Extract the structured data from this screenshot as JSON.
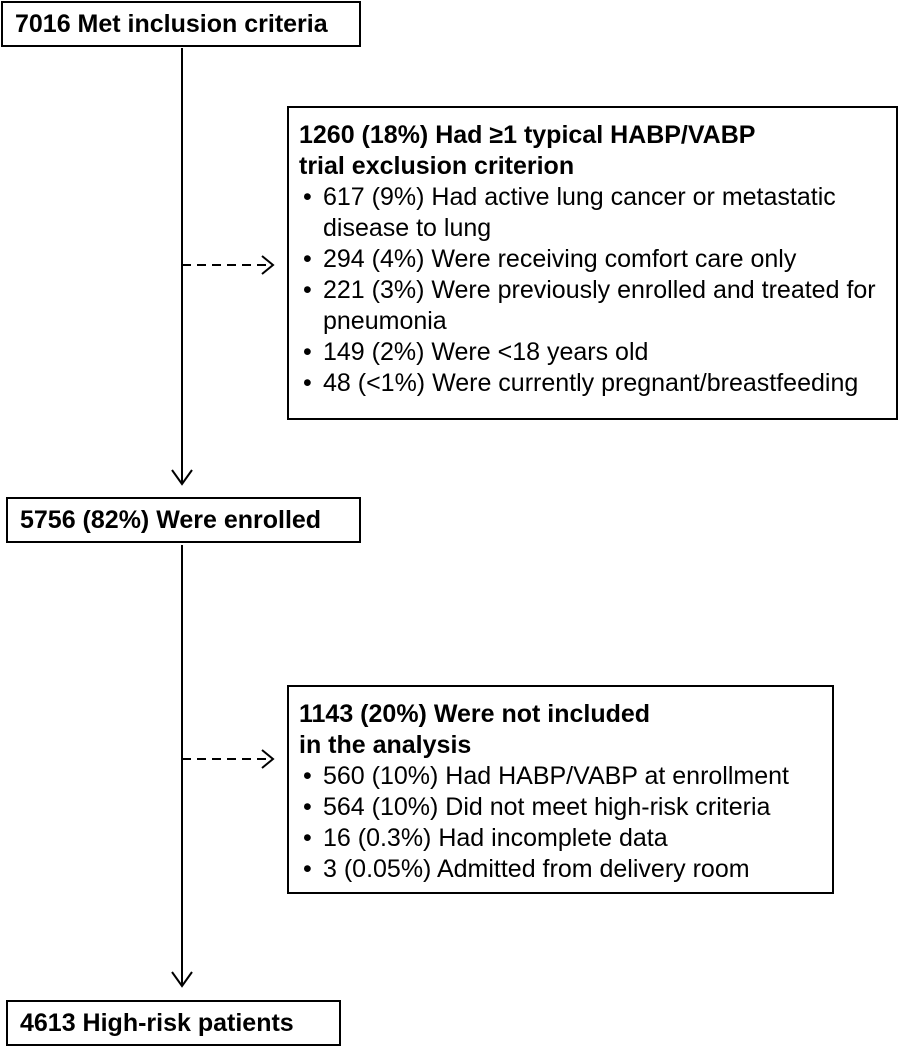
{
  "flowchart": {
    "step1": {
      "label": "7016 Met inclusion criteria"
    },
    "exclusion1": {
      "title_lines": [
        "1260 (18%) Had ≥1 typical HABP/VABP",
        "trial exclusion criterion"
      ],
      "items": [
        "617 (9%) Had active lung cancer or metastatic disease to lung",
        "294 (4%) Were receiving comfort care only",
        "221 (3%) Were previously enrolled and treated for pneumonia",
        "149 (2%) Were <18 years old",
        "48 (<1%) Were currently pregnant/breastfeeding"
      ]
    },
    "step2": {
      "label": "5756 (82%) Were enrolled"
    },
    "exclusion2": {
      "title_lines": [
        "1143 (20%) Were not included",
        "in the analysis"
      ],
      "items": [
        "560 (10%) Had HABP/VABP at enrollment",
        "564 (10%) Did not meet high-risk criteria",
        "16 (0.3%) Had incomplete data",
        "3 (0.05%) Admitted from delivery room"
      ]
    },
    "step3": {
      "label": "4613 High-risk patients"
    }
  }
}
